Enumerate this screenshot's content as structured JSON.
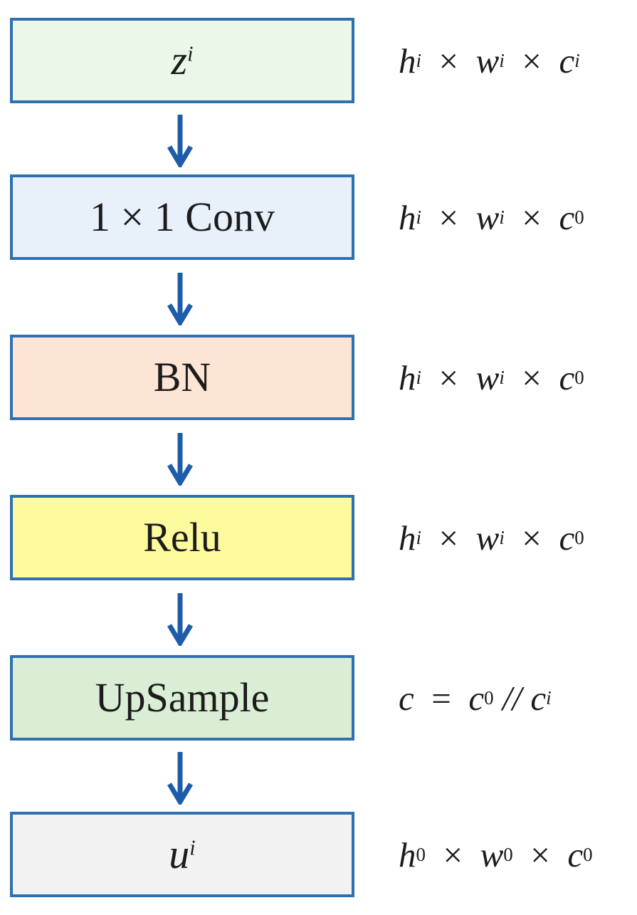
{
  "diagram": {
    "title": "upsample-module-flow",
    "colors": {
      "border": "#2f70af",
      "arrow": "#1e5caa",
      "text": "#1c1c1c",
      "background": "#ffffff"
    },
    "nodes": [
      {
        "id": "z-input",
        "fill": "#ebf7e8",
        "label_parts": [
          {
            "text": "z",
            "italic": true,
            "sup": "i",
            "sup_italic": true
          }
        ],
        "annotation_parts": [
          {
            "text": "h",
            "italic": true,
            "sup": "i",
            "sup_italic": true
          },
          {
            "text": "  ×  ",
            "italic": false
          },
          {
            "text": "w",
            "italic": true,
            "sup": "i",
            "sup_italic": true
          },
          {
            "text": "  ×  ",
            "italic": false
          },
          {
            "text": "c",
            "italic": true,
            "sup": "i",
            "sup_italic": true
          }
        ]
      },
      {
        "id": "conv-1x1",
        "fill": "#e8f1fa",
        "label_parts": [
          {
            "text": "1 × 1 Conv",
            "italic": false
          }
        ],
        "annotation_parts": [
          {
            "text": "h",
            "italic": true,
            "sup": "i",
            "sup_italic": true
          },
          {
            "text": "  ×  ",
            "italic": false
          },
          {
            "text": "w",
            "italic": true,
            "sup": "i",
            "sup_italic": true
          },
          {
            "text": "  ×  ",
            "italic": false
          },
          {
            "text": "c",
            "italic": true,
            "sup": "0",
            "sup_italic": false
          }
        ]
      },
      {
        "id": "batch-norm",
        "fill": "#fde5d5",
        "label_parts": [
          {
            "text": "BN",
            "italic": false
          }
        ],
        "annotation_parts": [
          {
            "text": "h",
            "italic": true,
            "sup": "i",
            "sup_italic": true
          },
          {
            "text": "  ×  ",
            "italic": false
          },
          {
            "text": "w",
            "italic": true,
            "sup": "i",
            "sup_italic": true
          },
          {
            "text": "  ×  ",
            "italic": false
          },
          {
            "text": "c",
            "italic": true,
            "sup": "0",
            "sup_italic": false
          }
        ]
      },
      {
        "id": "relu",
        "fill": "#fdfa9e",
        "label_parts": [
          {
            "text": "Relu",
            "italic": false
          }
        ],
        "annotation_parts": [
          {
            "text": "h",
            "italic": true,
            "sup": "i",
            "sup_italic": true
          },
          {
            "text": "  ×  ",
            "italic": false
          },
          {
            "text": "w",
            "italic": true,
            "sup": "i",
            "sup_italic": true
          },
          {
            "text": "  ×  ",
            "italic": false
          },
          {
            "text": "c",
            "italic": true,
            "sup": "0",
            "sup_italic": false
          }
        ]
      },
      {
        "id": "upsample",
        "fill": "#daeed5",
        "label_parts": [
          {
            "text": "UpSample",
            "italic": false
          }
        ],
        "annotation_parts": [
          {
            "text": "c",
            "italic": true
          },
          {
            "text": "  =  ",
            "italic": false
          },
          {
            "text": "c",
            "italic": true,
            "sup": "0",
            "sup_italic": false
          },
          {
            "text": " // ",
            "italic": true
          },
          {
            "text": "c",
            "italic": true,
            "sup": "i",
            "sup_italic": true
          }
        ]
      },
      {
        "id": "u-output",
        "fill": "#f2f2f2",
        "label_parts": [
          {
            "text": "u",
            "italic": true,
            "sup": "i",
            "sup_italic": true
          }
        ],
        "annotation_parts": [
          {
            "text": "h",
            "italic": true,
            "sup": "0",
            "sup_italic": false
          },
          {
            "text": "  ×  ",
            "italic": false
          },
          {
            "text": "w",
            "italic": true,
            "sup": "0",
            "sup_italic": false
          },
          {
            "text": "  ×  ",
            "italic": false
          },
          {
            "text": "c",
            "italic": true,
            "sup": "0",
            "sup_italic": false
          }
        ]
      }
    ]
  }
}
